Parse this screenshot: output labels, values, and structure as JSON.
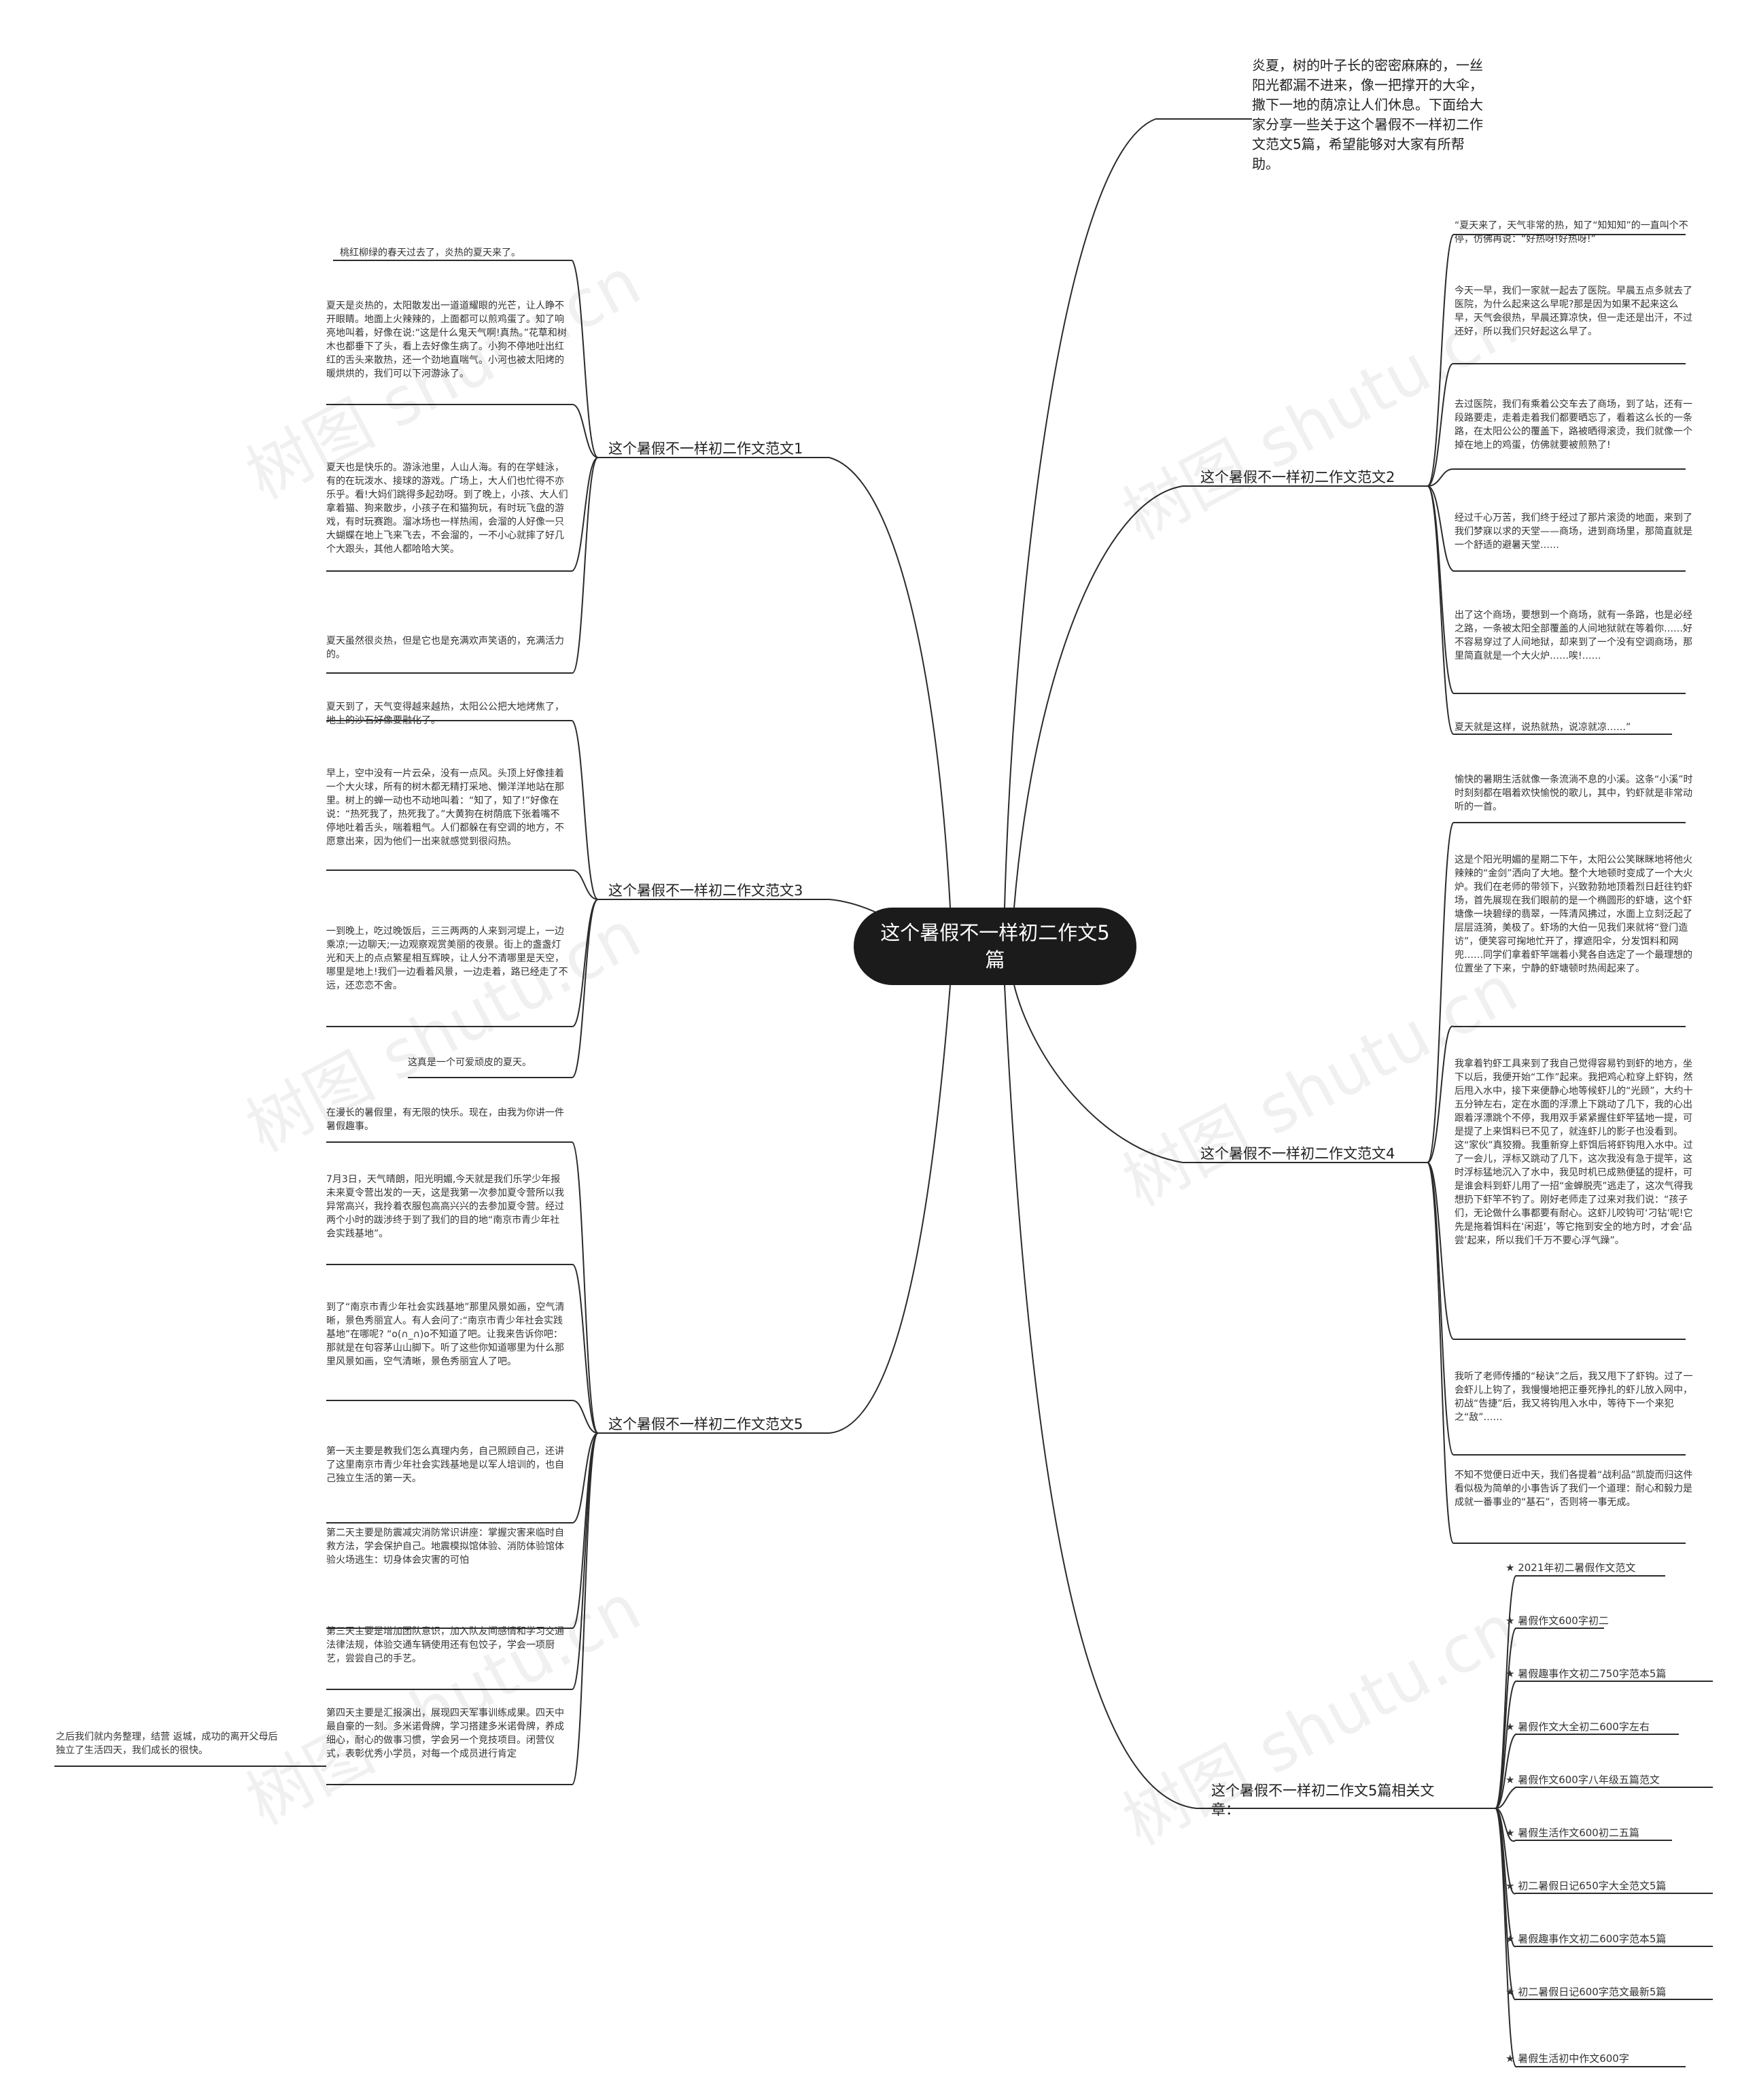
{
  "root": {
    "title": "这个暑假不一样初二作文5篇"
  },
  "intro": "炎夏，树的叶子长的密密麻麻的，一丝阳光都漏不进来，像一把撑开的大伞，撒下一地的荫凉让人们休息。下面给大家分享一些关于这个暑假不一样初二作文范文5篇，希望能够对大家有所帮助。",
  "branches": {
    "b1": {
      "label": "这个暑假不一样初二作文范文1",
      "leaves": [
        "桃红柳绿的春天过去了，炎热的夏天来了。",
        "夏天是炎热的，太阳散发出一道道耀眼的光芒，让人睁不开眼睛。地面上火辣辣的，上面都可以煎鸡蛋了。知了响亮地叫着，好像在说:“这是什么鬼天气啊!真热。”花草和树木也都垂下了头，看上去好像生病了。小狗不停地吐出红红的舌头来散热，还一个劲地直喘气。小河也被太阳烤的暖烘烘的，我们可以下河游泳了。",
        "夏天也是快乐的。游泳池里，人山人海。有的在学蛙泳，有的在玩泼水、接球的游戏。广场上，大人们也忙得不亦乐乎。看!大妈们跳得多起劲呀。到了晚上，小孩、大人们拿着猫、狗来散步，小孩子在和猫狗玩，有时玩飞盘的游戏，有时玩赛跑。溜冰场也一样热闹，会溜的人好像一只大蝴蝶在地上飞来飞去，不会溜的，一不小心就摔了好几个大跟头，其他人都哈哈大笑。",
        "夏天虽然很炎热，但是它也是充满欢声笑语的，充满活力的。"
      ]
    },
    "b3": {
      "label": "这个暑假不一样初二作文范文3",
      "leaves": [
        "夏天到了，天气变得越来越热，太阳公公把大地烤焦了，地上的沙石好像要融化了。",
        "早上，空中没有一片云朵，没有一点风。头顶上好像挂着一个大火球，所有的树木都无精打采地、懒洋洋地站在那里。树上的蝉一动也不动地叫着：“知了，知了!”好像在说：“热死我了，热死我了。”大黄狗在树荫底下张着嘴不停地吐着舌头，喘着粗气。人们都躲在有空调的地方，不愿意出来，因为他们一出来就感觉到很闷热。",
        "一到晚上，吃过晚饭后，三三两两的人来到河堤上，一边乘凉;一边聊天;一边观察观赏美丽的夜景。街上的盏盏灯光和天上的点点繁星相互辉映，让人分不清哪里是天空，哪里是地上!我们一边看着风景，一边走着，路已经走了不远，还恋恋不舍。",
        "这真是一个可爱顽皮的夏天。"
      ]
    },
    "b5": {
      "label": "这个暑假不一样初二作文范文5",
      "leaves": [
        "在漫长的暑假里，有无限的快乐。现在，由我为你讲一件暑假趣事。",
        "7月3日，天气晴朗，阳光明媚,今天就是我们乐学少年报未来夏令营出发的一天，这是我第一次参加夏令营所以我异常高兴，我拎着衣服包高高兴兴的去参加夏令营。经过两个小时的跋涉终于到了我们的目的地“南京市青少年社会实践基地”。",
        "到了“南京市青少年社会实践基地”那里风景如画，空气清晰，景色秀丽宜人。有人会问了:“南京市青少年社会实践基地”在哪呢? “o(∩_∩)o不知道了吧。让我来告诉你吧：那就是在句容茅山山脚下。听了这些你知道哪里为什么那里风景如画，空气清晰，景色秀丽宜人了吧。",
        "第一天主要是教我们怎么真理内务，自己照顾自己，还讲了这里南京市青少年社会实践基地是以军人培训的，也自己独立生活的第一天。",
        "第二天主要是防震减灾消防常识讲座：掌握灾害来临时自救方法，学会保护自己。地震模拟馆体验、消防体验馆体验火场逃生：切身体会灾害的可怕",
        "第三天主要是增加团队意识，加入队友间感情和学习交通法律法规，体验交通车辆使用还有包饺子，学会一项厨艺，尝尝自己的手艺。",
        "第四天主要是汇报演出，展现四天军事训练成果。四天中最自豪的一刻。多米诺骨牌，学习搭建多米诺骨牌，养成细心，耐心的做事习惯，学会另一个竞技项目。闭营仪式，表彰优秀小学员，对每一个成员进行肯定"
      ],
      "extra": "之后我们就内务整理，结营 返城，成功的离开父母后独立了生活四天，我们成长的很快。"
    },
    "b2": {
      "label": "这个暑假不一样初二作文范文2",
      "leaves": [
        "“夏天来了，天气非常的热，知了“知知知”的一直叫个不停，仿佛再说：“好热呀!好热呀!”",
        "今天一早，我们一家就一起去了医院。早晨五点多就去了医院，为什么起来这么早呢?那是因为如果不起来这么早，天气会很热，早晨还算凉快，但一走还是出汗，不过还好，所以我们只好起这么早了。",
        "去过医院，我们有乘着公交车去了商场，到了站，还有一段路要走，走着走着我们都要晒忘了，看着这么长的一条路，在太阳公公的覆盖下，路被晒得滚烫，我们就像一个掉在地上的鸡蛋，仿佛就要被煎熟了!",
        "经过千心万苦，我们终于经过了那片滚烫的地面，来到了我们梦寐以求的天堂——商场，进到商场里，那简直就是一个舒适的避暑天堂……",
        "出了这个商场，要想到一个商场，就有一条路，也是必经之路，一条被太阳全部覆盖的人间地狱就在等着你……好不容易穿过了人间地狱，却来到了一个没有空调商场，那里简直就是一个大火炉……唉!……",
        "夏天就是这样，说热就热，说凉就凉……”"
      ]
    },
    "b4": {
      "label": "这个暑假不一样初二作文范文4",
      "leaves": [
        "愉快的暑期生活就像一条流淌不息的小溪。这条“小溪”时时刻刻都在唱着欢快愉悦的歌儿，其中，钓虾就是非常动听的一首。",
        "这是个阳光明媚的星期二下午，太阳公公笑眯眯地将他火辣辣的“金剑”洒向了大地。整个大地顿时变成了一个大火炉。我们在老师的带领下，兴致勃勃地顶着烈日赶往钓虾场，首先展现在我们眼前的是一个椭圆形的虾塘，这个虾塘像一块碧绿的翡翠，一阵清风拂过，水面上立刻泛起了层层涟漪，美极了。虾场的大伯一见我们来就将“登门造访”，便笑容可掬地忙开了，撑遮阳伞，分发饵料和网兜……同学们拿着虾竿端着小凳各自选定了一个最理想的位置坐了下来，宁静的虾塘顿时热闹起来了。",
        "我拿着钓虾工具来到了我自己觉得容易钓到虾的地方，坐下以后，我便开始“工作”起来。我把鸡心粒穿上虾钩，然后甩入水中，接下来便静心地等候虾儿的“光顾”，大约十五分钟左右，定在水面的浮漂上下跳动了几下，我的心出跟着浮漂跳个不停，我用双手紧紧握住虾竿猛地一提，可是提了上来饵料已不见了，就连虾儿的影子也没看到。这“家伙”真狡猾。我重新穿上虾饵后将虾钩甩入水中。过了一会儿，浮标又跳动了几下，这次我没有急于提竿，这时浮标猛地沉入了水中，我见时机已成熟便猛的提杆，可是谁会料到虾儿用了一招“金蝉脱壳”逃走了，这次气得我想扔下虾竿不钓了。刚好老师走了过来对我们说：“孩子们，无论做什么事都要有耐心。这虾儿咬钩可‘刁钻’呢!它先是拖着饵料在‘闲逛’，等它拖到安全的地方时，才会‘品尝’起来，所以我们千万不要心浮气躁”。",
        "我听了老师传播的“秘诀”之后，我又甩下了虾钩。过了一会虾儿上钩了，我慢慢地把正垂死挣扎的虾儿放入网中，初战“告捷”后，我又将钩甩入水中，等待下一个来犯之“敌”……",
        "不知不觉便日近中天，我们各提着“战利品”凯旋而归这件看似极为简单的小事告诉了我们一个道理：耐心和毅力是成就一番事业的“基石”，否则将一事无成。"
      ]
    },
    "related": {
      "label": "这个暑假不一样初二作文5篇相关文章：",
      "items": [
        "★ 2021年初二暑假作文范文",
        "★ 暑假作文600字初二",
        "★ 暑假趣事作文初二750字范本5篇",
        "★ 暑假作文大全初二600字左右",
        "★ 暑假作文600字八年级五篇范文",
        "★ 暑假生活作文600初二五篇",
        "★ 初二暑假日记650字大全范文5篇",
        "★ 暑假趣事作文初二600字范本5篇",
        "★ 初二暑假日记600字范文最新5篇",
        "★ 暑假生活初中作文600字"
      ]
    }
  },
  "watermark": "树图 shutu.cn",
  "colors": {
    "root_bg": "#1b1b1b",
    "edge": "#2b2b2b",
    "text": "#222222"
  }
}
